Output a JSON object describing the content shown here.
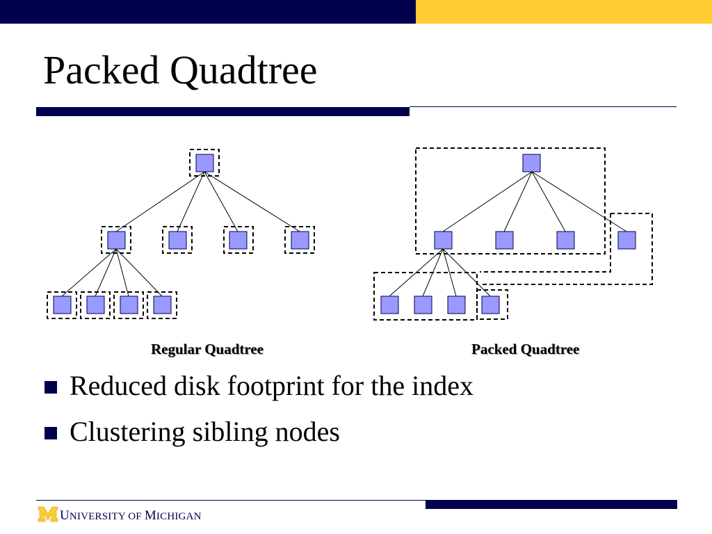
{
  "slide": {
    "title": "Packed Quadtree",
    "bullets": [
      "Reduced disk footprint for the index",
      "Clustering sibling nodes"
    ]
  },
  "diagram": {
    "left_caption": "Regular Quadtree",
    "right_caption": "Packed Quadtree",
    "node_fill": "#9999ff",
    "node_stroke": "#00004d"
  },
  "footer": {
    "logo_letter": "M",
    "university_initial": "U",
    "university_rest": "NIVERSITY OF ",
    "michigan_initial": "M",
    "michigan_rest": "ICHIGAN"
  },
  "colors": {
    "navy": "#00004d",
    "gold": "#ffcc33"
  }
}
